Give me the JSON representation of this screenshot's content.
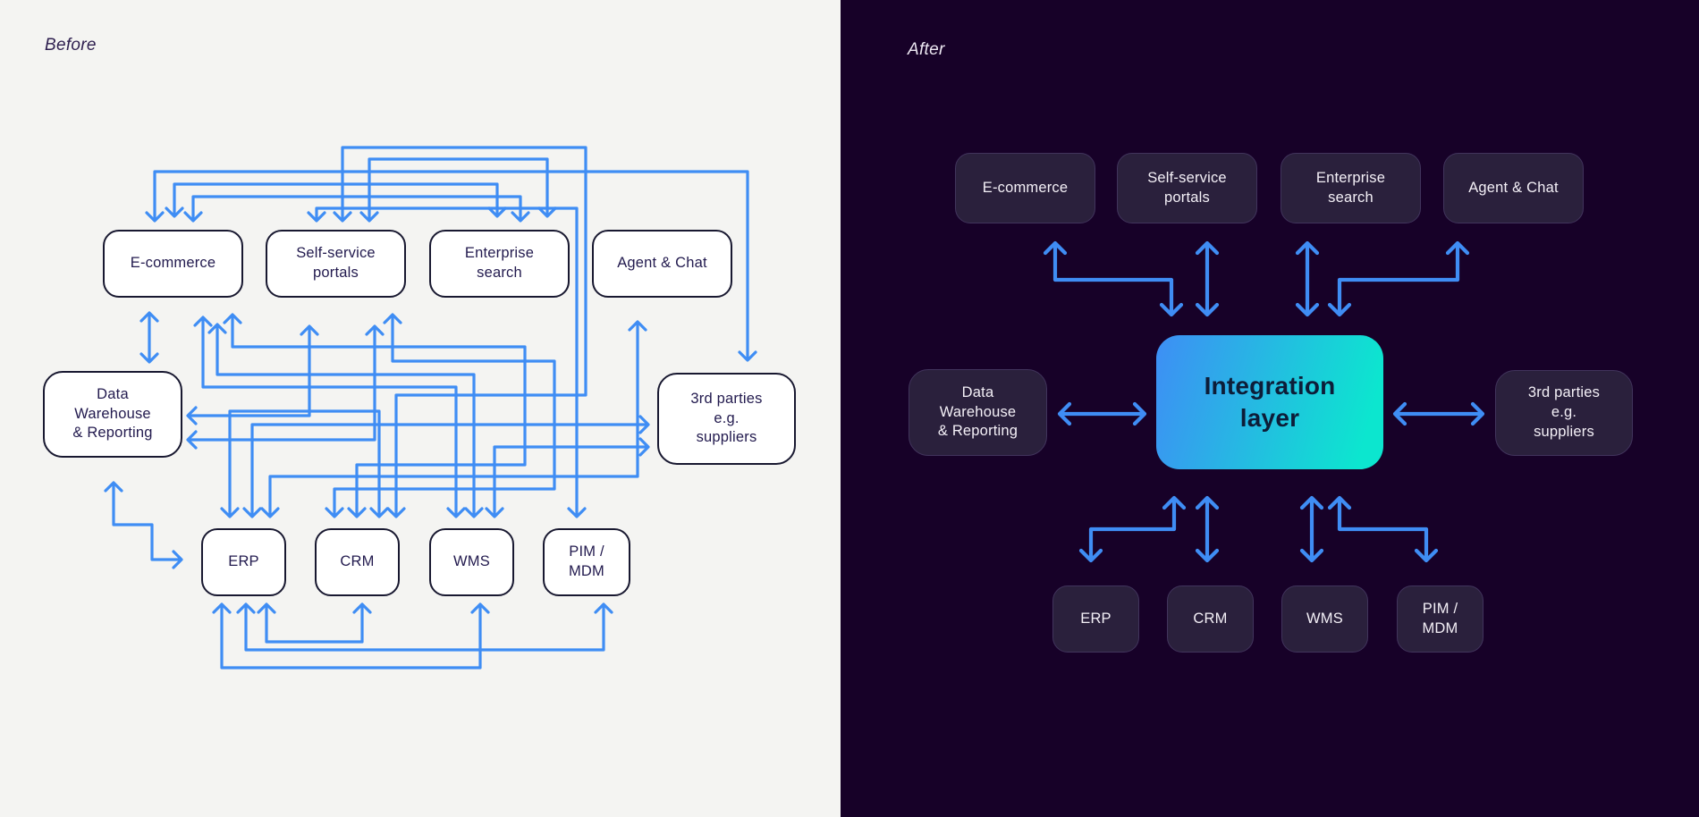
{
  "before": {
    "label": "Before",
    "boxes": {
      "ecommerce": "E-commerce",
      "self_service_portals": "Self-service\nportals",
      "enterprise_search": "Enterprise\nsearch",
      "agent_chat": "Agent & Chat",
      "data_warehouse": "Data\nWarehouse\n& Reporting",
      "third_parties": "3rd parties\ne.g.\nsuppliers",
      "erp": "ERP",
      "crm": "CRM",
      "wms": "WMS",
      "pim_mdm": "PIM /\nMDM"
    }
  },
  "after": {
    "label": "After",
    "boxes": {
      "ecommerce": "E-commerce",
      "self_service_portals": "Self-service\nportals",
      "enterprise_search": "Enterprise\nsearch",
      "agent_chat": "Agent & Chat",
      "data_warehouse": "Data\nWarehouse\n& Reporting",
      "third_parties": "3rd parties\ne.g.\nsuppliers",
      "erp": "ERP",
      "crm": "CRM",
      "wms": "WMS",
      "pim_mdm": "PIM /\nMDM",
      "integration_layer": "Integration\nlayer"
    }
  },
  "colors": {
    "arrow_blue": "#3f8df4",
    "before_background": "#f4f4f2",
    "after_background": "#170128",
    "integration_gradient_start": "#3e8ef5",
    "integration_gradient_end": "#0ce6cf",
    "before_box_fill": "#ffffff",
    "before_box_border": "#181830",
    "before_text": "#221a4e",
    "after_box_fill": "#2a203c",
    "after_text": "#f4f0f7",
    "integration_text": "#0d1d38"
  }
}
